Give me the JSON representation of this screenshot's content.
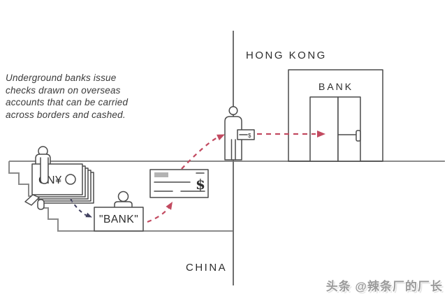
{
  "annotation": {
    "lines": [
      "Underground banks issue",
      "checks drawn on overseas",
      "accounts that can be carried",
      "across borders and cashed."
    ]
  },
  "regions": {
    "hong_kong": "HONG KONG",
    "china": "CHINA"
  },
  "bank_building": {
    "label": "BANK"
  },
  "underground_bank": {
    "label": "\"BANK\""
  },
  "money_stack": {
    "currency_label": "CN¥"
  },
  "check": {
    "currency_symbol": "$"
  },
  "hand_check": {
    "currency_symbol": "$"
  },
  "watermark": {
    "text": "头条 @辣条厂的厂长"
  },
  "colors": {
    "outline": "#4a4a4a",
    "ground": "#8a8a8a",
    "red_arrow": "#c24a60",
    "blue_arrow": "#41415f"
  }
}
